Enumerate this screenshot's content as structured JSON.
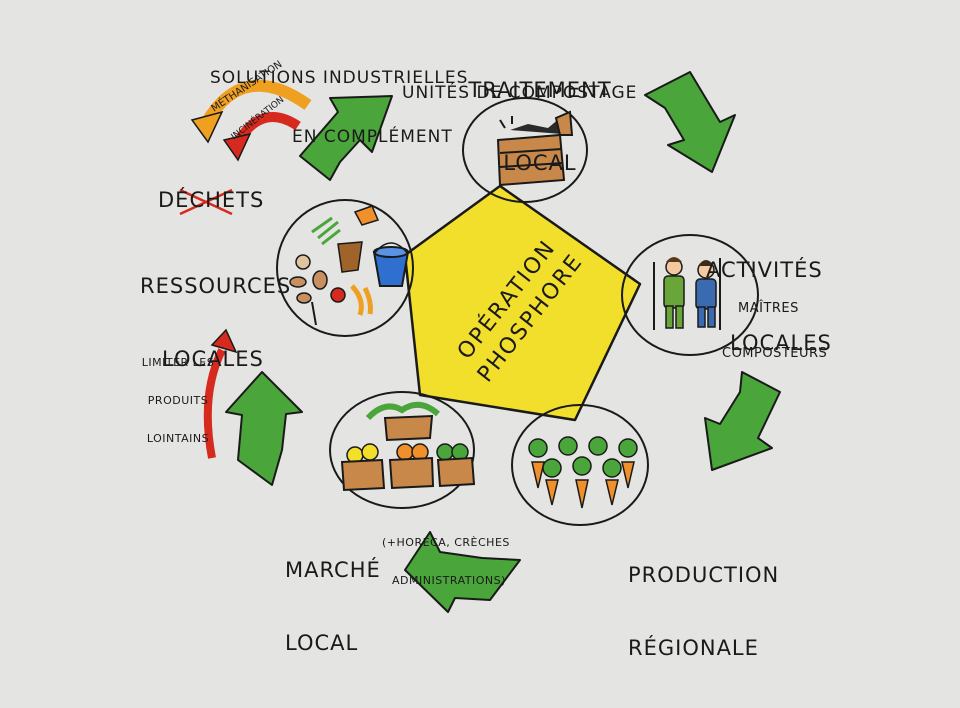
{
  "center": {
    "title_line1": "OPÉRATION",
    "title_line2": "PHOSPHORE",
    "color": "#f2df2b"
  },
  "nodes": {
    "traitement": {
      "line1": "TRAITEMENT",
      "line2": "LOCAL",
      "line3": "UNITÉS DE COMPOSTAGE"
    },
    "activites": {
      "line1": "ACTIVITÉS",
      "line2": "LOCALES",
      "line3": "MAÎTRES",
      "line4": "COMPOSTEURS"
    },
    "production": {
      "line1": "PRODUCTION",
      "line2": "RÉGIONALE"
    },
    "marche": {
      "line1": "MARCHÉ",
      "line2": "LOCAL",
      "note_line1": "(+HORECA, CRÈCHES",
      "note_line2": "ADMINISTRATIONS)"
    },
    "ressources": {
      "struck": "DÉCHETS",
      "line1": "RESSOURCES",
      "line2": "LOCALES"
    }
  },
  "side": {
    "solutions_line1": "SOLUTIONS INDUSTRIELLES",
    "solutions_line2": "EN COMPLÉMENT",
    "methanisation": "MÉTHANISATION",
    "incineration": "INCINÉRATION",
    "limiter_line1": "LIMITER LES",
    "limiter_line2": "PRODUITS",
    "limiter_line3": "LOINTAINS"
  },
  "colors": {
    "arrow_green": "#4aa63a",
    "arrow_red": "#d62a1e",
    "arrow_orange": "#f0a020",
    "background": "#e4e4e2"
  }
}
